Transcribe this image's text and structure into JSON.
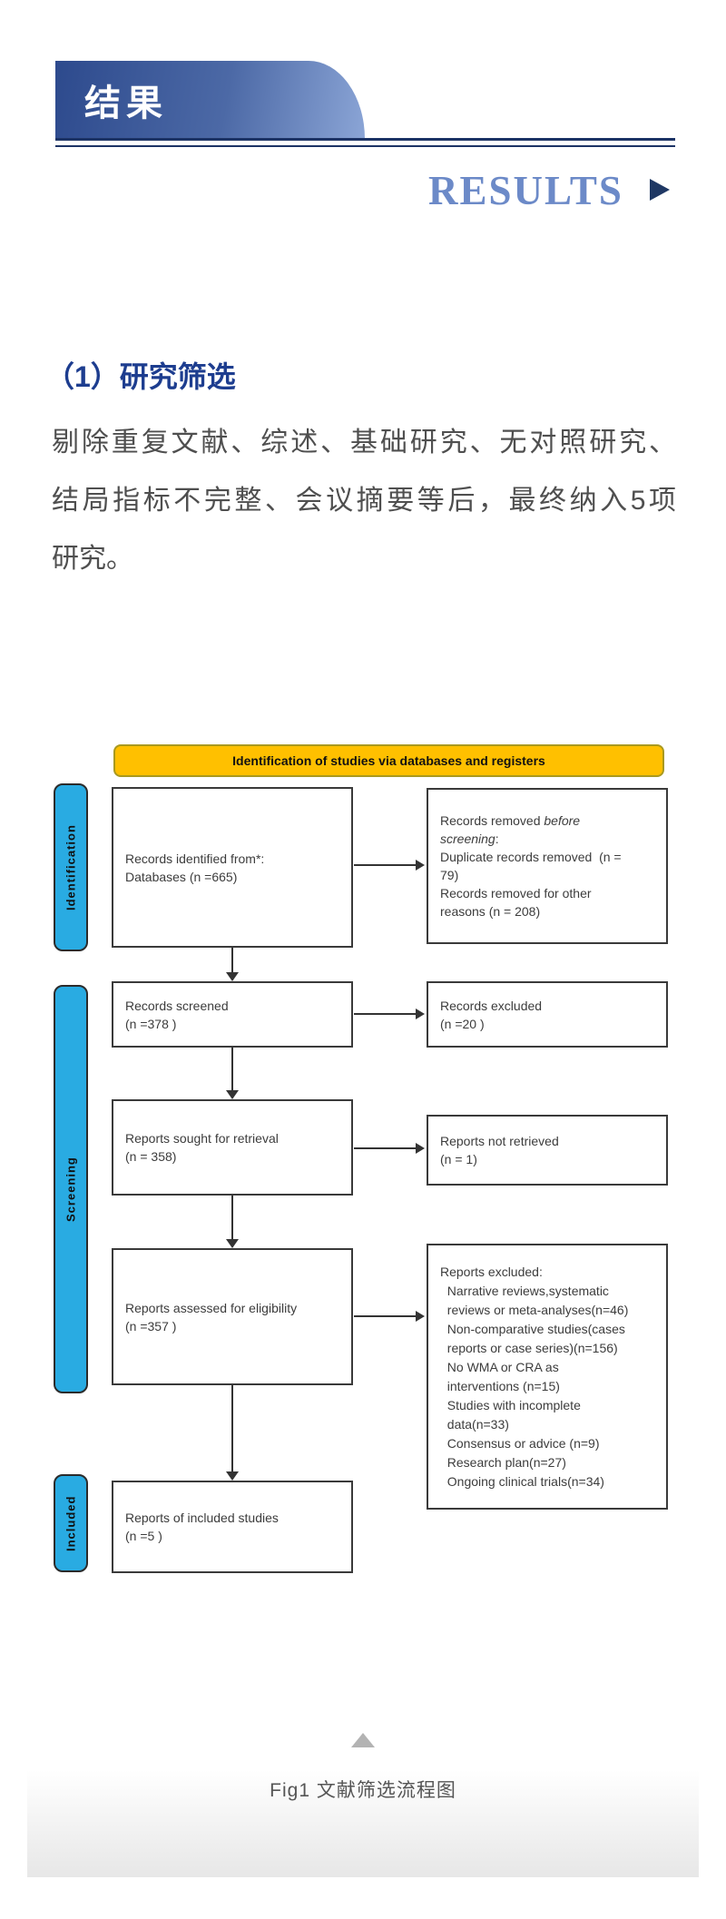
{
  "header": {
    "banner_title": "结果",
    "results_label": "RESULTS"
  },
  "article": {
    "heading": "（1）研究筛选",
    "paragraph_lines": [
      "剔除重复文献、综述、基础研究、无对照研究、",
      "结局指标不完整、会议摘要等后，最终纳入5项",
      "研究。"
    ]
  },
  "flowchart": {
    "title": "Identification of studies via databases and registers",
    "stages": [
      "Identification",
      "Screening",
      "Included"
    ],
    "left_boxes": [
      {
        "lines": [
          "Records identified from*:",
          "Databases (n =665)"
        ]
      },
      {
        "lines": [
          "Records screened",
          "(n =378 )"
        ]
      },
      {
        "lines": [
          "Reports sought for retrieval",
          "(n = 358)"
        ]
      },
      {
        "lines": [
          "Reports assessed for eligibility",
          "(n =357 )"
        ]
      },
      {
        "lines": [
          "Reports of included studies",
          "(n =5 )"
        ]
      }
    ],
    "right_boxes": [
      {
        "lines": [
          "Records removed |before|",
          "|screening|:",
          "Duplicate records removed  (n =",
          "79)",
          "Records removed for other",
          "reasons (n = 208)"
        ]
      },
      {
        "lines": [
          "Records excluded",
          "(n =20 )"
        ]
      },
      {
        "lines": [
          "Reports not retrieved",
          "(n = 1)"
        ]
      },
      {
        "lines": [
          "Reports excluded:",
          "  Narrative reviews,systematic",
          "  reviews or meta-analyses(n=46)",
          "  Non-comparative studies(cases",
          "  reports or case series)(n=156)",
          "  No WMA or CRA as",
          "  interventions (n=15)",
          "  Studies with incomplete",
          "  data(n=33)",
          "  Consensus or advice (n=9)",
          "  Research plan(n=27)",
          "  Ongoing clinical trials(n=34)"
        ]
      }
    ]
  },
  "figure": {
    "caption": "Fig1 文献筛选流程图"
  },
  "colors": {
    "banner_gradient_start": "#2d4a8d",
    "banner_gradient_end": "#8ba5d6",
    "divider": "#1c3365",
    "results_text": "#6c8ac8",
    "results_arrow": "#1f3864",
    "heading": "#1d3d8f",
    "body_text": "#4f4f4f",
    "flow_title_bg": "#ffc000",
    "flow_title_border": "#a9991f",
    "stage_bg": "#29abe2",
    "box_border": "#3a3a3a",
    "caption_text": "#555555",
    "collapse_triangle": "#b3b3b3"
  }
}
